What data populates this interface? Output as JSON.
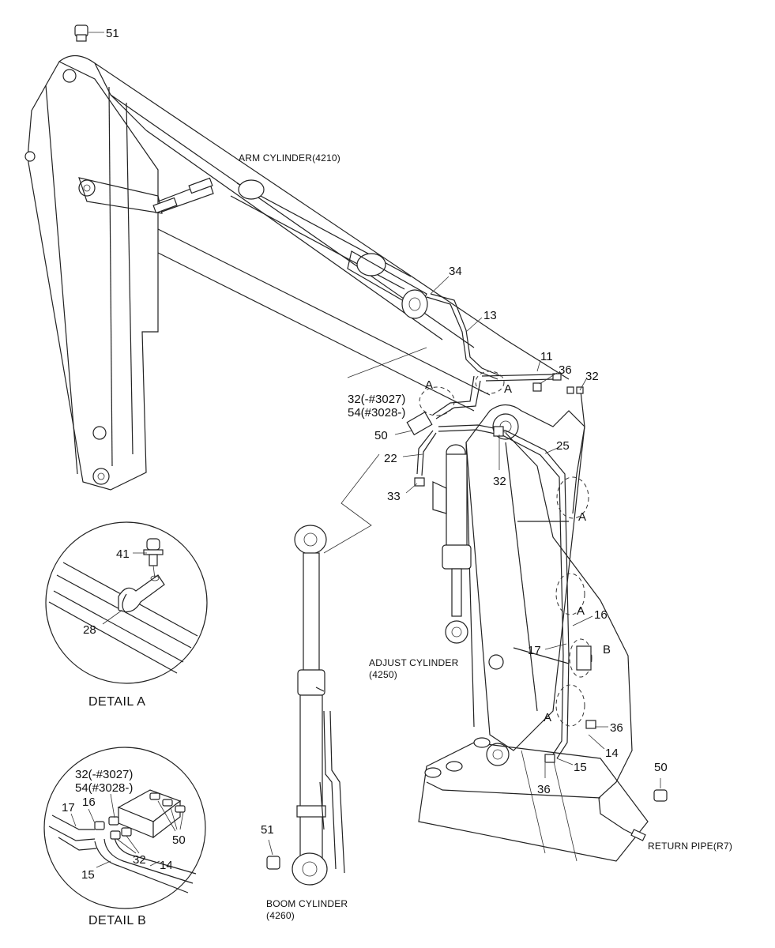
{
  "labels": {
    "arm_cylinder": "ARM CYLINDER(4210)",
    "adjust_cylinder_line1": "ADJUST CYLINDER",
    "adjust_cylinder_line2": "(4250)",
    "boom_cylinder_line1": "BOOM CYLINDER",
    "boom_cylinder_line2": "(4260)",
    "return_pipe": "RETURN PIPE(R7)",
    "detail_a": "DETAIL  A",
    "detail_b": "DETAIL  B",
    "serial_32": "32(-#3027)",
    "serial_54": "54(#3028-)"
  },
  "callouts": {
    "p51_top": "51",
    "p34": "34",
    "p13": "13",
    "p11": "11",
    "p36_top": "36",
    "p32_top": "32",
    "p50_left": "50",
    "p22": "22",
    "p25": "25",
    "p32_mid": "32",
    "p33": "33",
    "p16": "16",
    "p17": "17",
    "p36_right": "36",
    "p14": "14",
    "p15": "15",
    "p36_bottom": "36",
    "p50_right": "50",
    "p51_bottom": "51",
    "da_41": "41",
    "da_28": "28",
    "db_17": "17",
    "db_16": "16",
    "db_50": "50",
    "db_32": "32",
    "db_15": "15",
    "db_14": "14"
  },
  "markers": {
    "a1": "A",
    "a2": "A",
    "a3": "A",
    "a4": "A",
    "a5": "A",
    "b1": "B"
  }
}
